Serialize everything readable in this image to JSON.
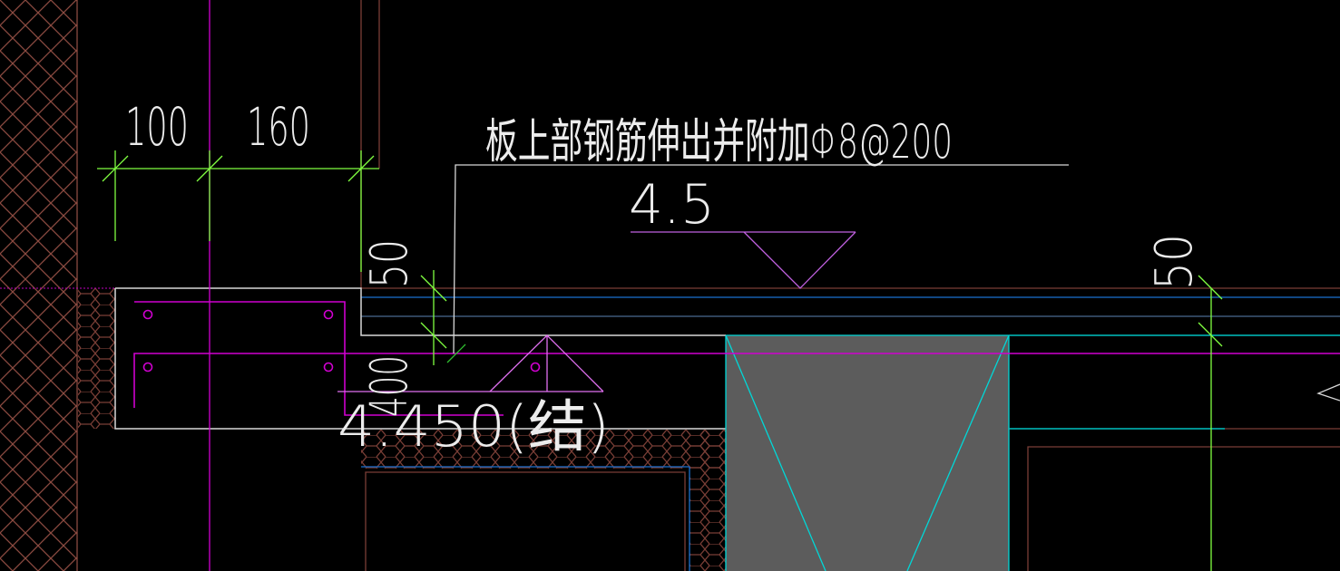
{
  "drawing": {
    "dimensions": {
      "dim_left": "100",
      "dim_mid": "160",
      "dim_vert_left": "50",
      "dim_slab_thickness": "400",
      "dim_vert_right": "50"
    },
    "annotation_rebar": "板上部钢筋伸出并附加Φ8@200",
    "elevation_top": "4.5",
    "elevation_structure": "4.450(结)"
  },
  "colors": {
    "background": "#000000",
    "outline": "#e0e0e0",
    "rebar": "#d000d0",
    "dimension": "#80ff40",
    "hatch": "#8a4a40",
    "cyan": "#00d0d0",
    "blue": "#1a6fd0",
    "column_fill": "#5c5c5c"
  }
}
